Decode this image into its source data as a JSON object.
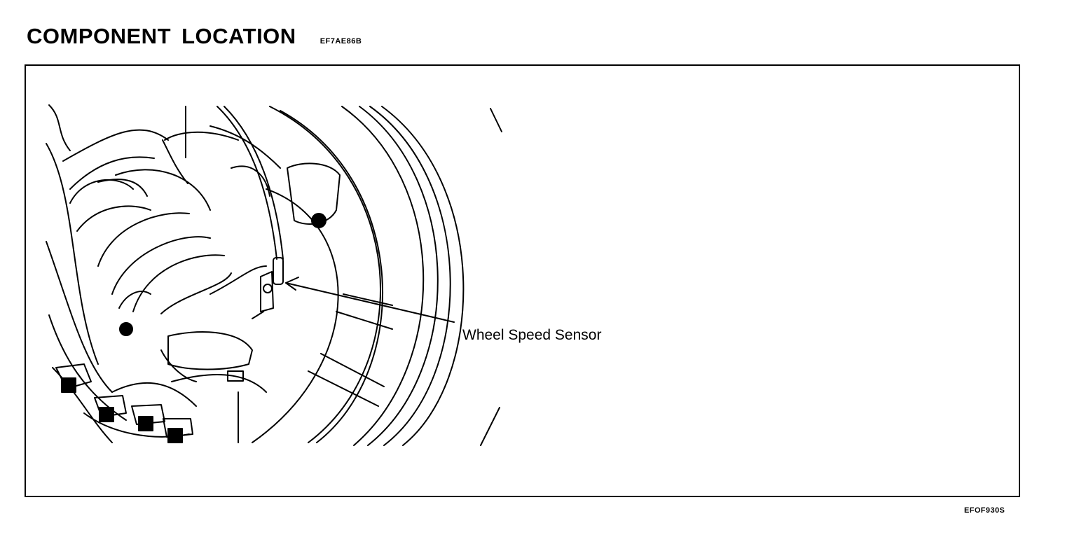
{
  "header": {
    "title": "COMPONENT LOCATION",
    "code": "EF7AE86B"
  },
  "figure": {
    "callout_label": "Wheel Speed Sensor",
    "figure_id": "EFOF930S"
  },
  "icons": {
    "illustration": "wheel-hub-assembly-drawing",
    "leader": "arrow-leader-line"
  }
}
